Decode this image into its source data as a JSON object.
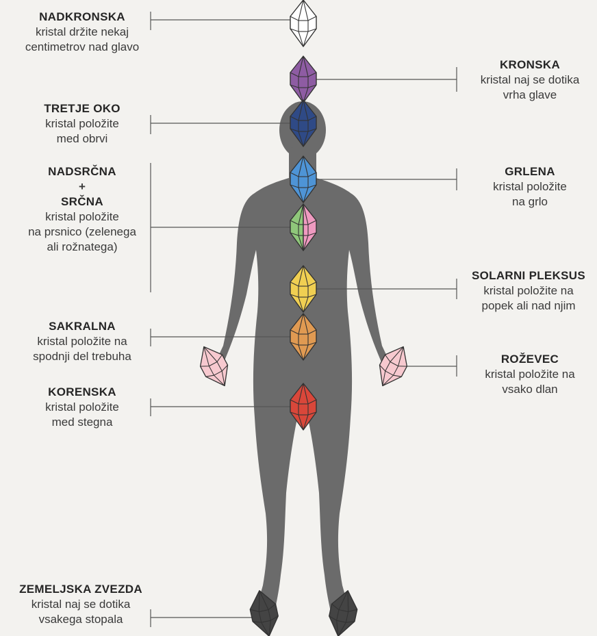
{
  "colors": {
    "background": "#f3f2ef",
    "body_silhouette": "#6b6b6b",
    "line": "#555555",
    "crystal_stroke": "#333333"
  },
  "chakras": [
    {
      "key": "nadkronska",
      "title": "NADKRONSKA",
      "desc": [
        "kristal držite nekaj",
        "centimetrov nad glavo"
      ],
      "crystal_color": "#ffffff",
      "icon": "white-crystal-icon"
    },
    {
      "key": "kronska",
      "title": "KRONSKA",
      "desc": [
        "kristal naj se dotika",
        "vrha glave"
      ],
      "crystal_color": "#8e5ca3",
      "icon": "purple-crystal-icon"
    },
    {
      "key": "tretje_oko",
      "title": "TRETJE OKO",
      "desc": [
        "kristal položite",
        "med obrvi"
      ],
      "crystal_color": "#2f4a86",
      "icon": "indigo-crystal-icon"
    },
    {
      "key": "grlena",
      "title": "GRLENA",
      "desc": [
        "kristal položite",
        "na grlo"
      ],
      "crystal_color": "#4e94d6",
      "icon": "blue-crystal-icon"
    },
    {
      "key": "srcna",
      "title_top": "NADSRČNA",
      "plus": "+",
      "title": "SRČNA",
      "desc": [
        "kristal položite",
        "na prsnico (zelenega",
        "ali rožnatega)"
      ],
      "crystal_color_left": "#8fc77a",
      "crystal_color_right": "#ef9ac0",
      "icon": "green-pink-crystal-icon"
    },
    {
      "key": "solarni_pleksus",
      "title": "SOLARNI PLEKSUS",
      "desc": [
        "kristal položite na",
        "popek ali nad njim"
      ],
      "crystal_color": "#f0cf52",
      "icon": "yellow-crystal-icon"
    },
    {
      "key": "sakralna",
      "title": "SAKRALNA",
      "desc": [
        "kristal položite na",
        "spodnji del trebuha"
      ],
      "crystal_color": "#e09a52",
      "icon": "orange-crystal-icon"
    },
    {
      "key": "rozevec",
      "title": "ROŽEVEC",
      "desc": [
        "kristal položite na",
        "vsako dlan"
      ],
      "crystal_color": "#f7c9cf",
      "icon": "rose-quartz-crystal-icon"
    },
    {
      "key": "korenska",
      "title": "KORENSKA",
      "desc": [
        "kristal položite",
        "med stegna"
      ],
      "crystal_color": "#d9473a",
      "icon": "red-crystal-icon"
    },
    {
      "key": "zemeljska_zvezda",
      "title": "ZEMELJSKA ZVEZDA",
      "desc": [
        "kristal naj se dotika",
        "vsakega stopala"
      ],
      "crystal_color": "#444444",
      "icon": "black-crystal-icon"
    }
  ]
}
